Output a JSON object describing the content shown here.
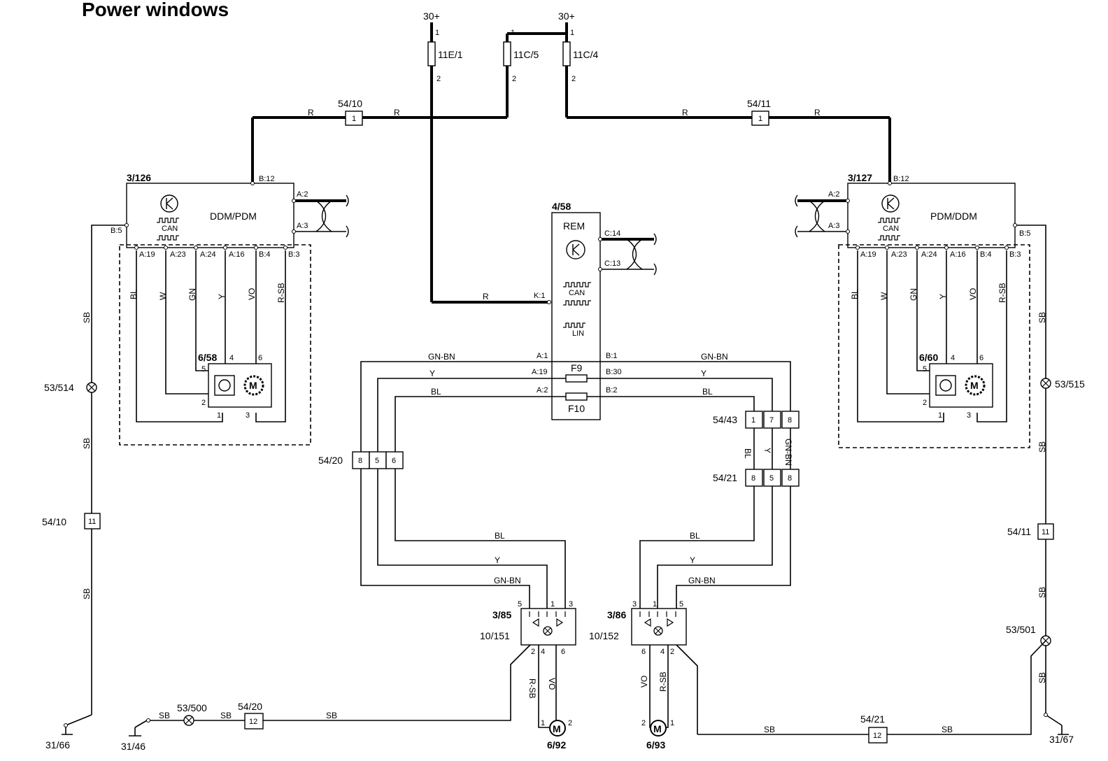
{
  "title": "Power windows",
  "supply": {
    "left_30": "30+",
    "right_30": "30+",
    "fuse_a": "11E/1",
    "fuse_b": "11C/5",
    "fuse_c": "11C/4",
    "pin1": "1",
    "pin2": "2"
  },
  "connectors": {
    "c5410_top": "54/10",
    "c5411_top": "54/11",
    "c5410_left": "54/10",
    "c5411_right": "54/11",
    "c5420": "54/20",
    "c5421": "54/21",
    "c5443": "54/43",
    "c5420_bottom": "54/20",
    "c5421_bottom": "54/21",
    "pin_1": "1",
    "pin_11": "11",
    "pin_12": "12",
    "c5420_pins": [
      "8",
      "5",
      "6"
    ],
    "c5443_pins": [
      "1",
      "7",
      "8"
    ],
    "c5421_pins": [
      "8",
      "5",
      "8"
    ]
  },
  "modules": {
    "left_id": "3/126",
    "left_name": "DDM/PDM",
    "right_id": "3/127",
    "right_name": "PDM/DDM",
    "rem_id": "4/58",
    "rem_name": "REM",
    "can": "CAN",
    "lin": "LIN",
    "fuse_f9": "F9",
    "fuse_f10": "F10",
    "pins_lower": [
      "A:19",
      "A:23",
      "A:24",
      "A:16",
      "B:4",
      "B:3"
    ],
    "pin_b12": "B:12",
    "pin_b5": "B:5",
    "pin_a2": "A:2",
    "pin_a3": "A:3",
    "rem_pins": {
      "c14": "C:14",
      "c13": "C:13",
      "k1": "K:1",
      "a1": "A:1",
      "a19": "A:19",
      "a2": "A:2",
      "b1": "B:1",
      "b30": "B:30",
      "b2": "B:2"
    }
  },
  "motors": {
    "left_id": "6/58",
    "right_id": "6/60",
    "bl_id": "6/92",
    "br_id": "6/93",
    "m": "M",
    "pins": {
      "p1": "1",
      "p2": "2",
      "p3": "3",
      "p4": "4",
      "p5": "5",
      "p6": "6"
    }
  },
  "switches": {
    "left_id": "3/85",
    "left_sub": "10/151",
    "right_id": "3/86",
    "right_sub": "10/152"
  },
  "splices": {
    "s514": "53/514",
    "s515": "53/515",
    "s500": "53/500",
    "s501": "53/501"
  },
  "grounds": {
    "g66": "31/66",
    "g46": "31/46",
    "g67": "31/67"
  },
  "wire_colors": {
    "r": "R",
    "sb": "SB",
    "bl": "BL",
    "w": "W",
    "gn": "GN",
    "y": "Y",
    "vo": "VO",
    "rsb": "R-SB",
    "gnbn": "GN-BN"
  }
}
